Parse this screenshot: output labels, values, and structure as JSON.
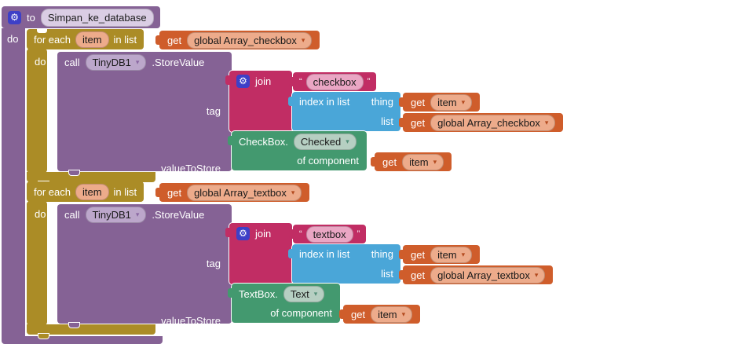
{
  "colors": {
    "canvas_bg": "#ffffff",
    "procedure_purple": "#856295",
    "control_gold": "#AB8C26",
    "variable_orange": "#CF5D2B",
    "text_crimson": "#C12D64",
    "list_blue": "#4AA6D8",
    "component_green": "#43996F",
    "var_capsule": "#EDAB8B",
    "text_capsule": "#EAA6C4",
    "dropdown_capsule": "#BCA7CB",
    "prop_capsule": "#B6CFC2",
    "name_capsule": "#DACDE4",
    "gear_badge": "#3E40C7"
  },
  "icons": {
    "mutator_gear": "⚙",
    "dropdown_caret": "▾",
    "open_quote": "“",
    "close_quote": "”"
  },
  "procedure": {
    "keyword": "to",
    "name": "Simpan_ke_database",
    "do_label": "do"
  },
  "loops": [
    {
      "foreach": {
        "for_each_label": "for each",
        "item_var": "item",
        "in_list_label": "in list",
        "do_label": "do"
      },
      "source_get": {
        "get_label": "get",
        "var_name": "global Array_checkbox"
      },
      "call": {
        "call_label": "call",
        "component": "TinyDB1",
        "method_label": ".StoreValue",
        "tag_label": "tag",
        "value_label": "valueToStore"
      },
      "join": {
        "label": "join",
        "text_value": "checkbox"
      },
      "index_in_list": {
        "label": "index in list",
        "thing_label": "thing",
        "list_label": "list"
      },
      "thing_get": {
        "get_label": "get",
        "var_name": "item"
      },
      "list_get": {
        "get_label": "get",
        "var_name": "global Array_checkbox"
      },
      "value_block": {
        "component_label": "CheckBox.",
        "property": "Checked",
        "of_component_label": "of component"
      },
      "of_get": {
        "get_label": "get",
        "var_name": "item"
      }
    },
    {
      "foreach": {
        "for_each_label": "for each",
        "item_var": "item",
        "in_list_label": "in list",
        "do_label": "do"
      },
      "source_get": {
        "get_label": "get",
        "var_name": "global Array_textbox"
      },
      "call": {
        "call_label": "call",
        "component": "TinyDB1",
        "method_label": ".StoreValue",
        "tag_label": "tag",
        "value_label": "valueToStore"
      },
      "join": {
        "label": "join",
        "text_value": "textbox"
      },
      "index_in_list": {
        "label": "index in list",
        "thing_label": "thing",
        "list_label": "list"
      },
      "thing_get": {
        "get_label": "get",
        "var_name": "item"
      },
      "list_get": {
        "get_label": "get",
        "var_name": "global Array_textbox"
      },
      "value_block": {
        "component_label": "TextBox.",
        "property": "Text",
        "of_component_label": "of component"
      },
      "of_get": {
        "get_label": "get",
        "var_name": "item"
      }
    }
  ]
}
